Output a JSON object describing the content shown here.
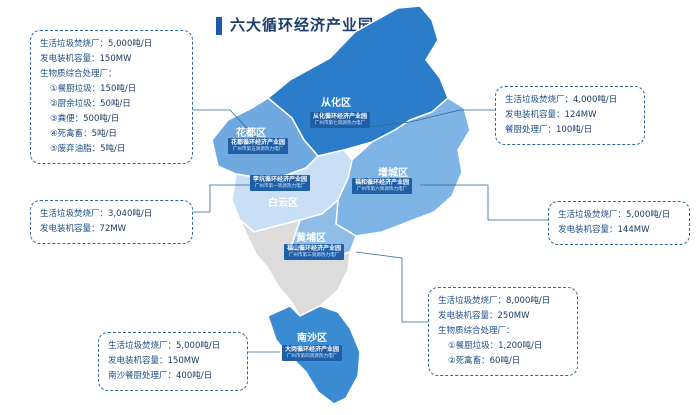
{
  "title": "六大循环经济产业园布局",
  "districts": {
    "conghua": "从化区",
    "huadu": "花都区",
    "zengcheng": "增城区",
    "baiyun": "白云区",
    "huangpu": "黄埔区",
    "nansha": "南沙区"
  },
  "parks": {
    "conghua": {
      "name": "从化循环经济产业园",
      "plant": "广州市第七资源热力电厂"
    },
    "huadu": {
      "name": "花都循环经济产业园",
      "plant": "广州市第五资源热力电厂"
    },
    "baiyun": {
      "name": "李坑循环经济产业园",
      "plant": "广州市第一资源热力电厂"
    },
    "zengcheng": {
      "name": "福和循环经济产业园",
      "plant": "广州市第六资源热力电厂"
    },
    "huangpu": {
      "name": "福山循环经济产业园",
      "plant": "广州市第三资源热力电厂"
    },
    "nansha": {
      "name": "大岗循环经济产业园",
      "plant": "广州市第四资源热力电厂"
    }
  },
  "boxes": {
    "huadu": {
      "rows": [
        {
          "label": "生活垃圾焚烧厂：",
          "value": "5,000吨/日"
        },
        {
          "label": "发电装机容量：",
          "value": "150MW"
        },
        {
          "label": "生物质综合处理厂：",
          "value": ""
        }
      ],
      "subs": [
        {
          "label": "①餐厨垃圾：",
          "value": "150吨/日"
        },
        {
          "label": "②厨余垃圾：",
          "value": "50吨/日"
        },
        {
          "label": "③粪便：",
          "value": "500吨/日"
        },
        {
          "label": "④死禽畜：",
          "value": "5吨/日"
        },
        {
          "label": "⑤废弃油脂：",
          "value": "5吨/日"
        }
      ]
    },
    "conghua": {
      "rows": [
        {
          "label": "生活垃圾焚烧厂：",
          "value": "4,000吨/日"
        },
        {
          "label": "发电装机容量：",
          "value": "124MW"
        },
        {
          "label": "餐厨处理厂：",
          "value": "100吨/日"
        }
      ]
    },
    "baiyun": {
      "rows": [
        {
          "label": "生活垃圾焚烧厂：",
          "value": "3,040吨/日"
        },
        {
          "label": "发电装机容量：",
          "value": "72MW"
        }
      ]
    },
    "zengcheng": {
      "rows": [
        {
          "label": "生活垃圾焚烧厂：",
          "value": "5,000吨/日"
        },
        {
          "label": "发电装机容量：",
          "value": "144MW"
        }
      ]
    },
    "huangpu": {
      "rows": [
        {
          "label": "生活垃圾焚烧厂：",
          "value": "8,000吨/日"
        },
        {
          "label": "发电装机容量：",
          "value": "250MW"
        },
        {
          "label": "生物质综合处理厂：",
          "value": ""
        }
      ],
      "subs": [
        {
          "label": "①餐厨垃圾：",
          "value": "1,200吨/日"
        },
        {
          "label": "②死禽畜：",
          "value": "60吨/日"
        }
      ]
    },
    "nansha": {
      "rows": [
        {
          "label": "生活垃圾焚烧厂：",
          "value": "5,000吨/日"
        },
        {
          "label": "发电装机容量：",
          "value": "150MW"
        },
        {
          "label": "南沙餐厨处理厂：",
          "value": "400吨/日"
        }
      ]
    }
  },
  "colors": {
    "conghua": "#2b7dc9",
    "huadu": "#6fa9e0",
    "zengcheng": "#7fb4e6",
    "baiyun": "#c9dff5",
    "huangpu": "#8fbde8",
    "nansha": "#3b8bd3",
    "other": "#dcdcdc",
    "park": "#1f5fa8",
    "border": "#2e6a8e"
  }
}
